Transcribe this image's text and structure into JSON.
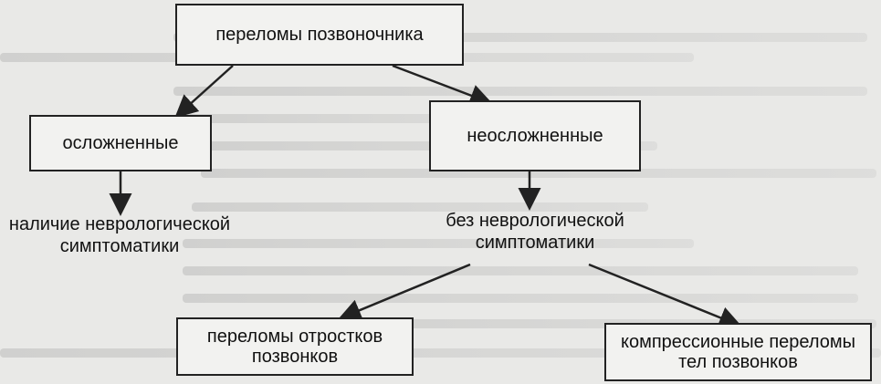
{
  "diagram": {
    "root": "переломы позвоночника",
    "complicated": "осложненные",
    "uncomplicated": "неосложненные",
    "neuro_present": [
      "наличие неврологической",
      "симптоматики"
    ],
    "neuro_absent": [
      "без неврологической",
      "симптоматики"
    ],
    "process_fractures": [
      "переломы отростков",
      "позвонков"
    ],
    "compression_fractures": [
      "компрессионные переломы",
      "тел позвонков"
    ]
  }
}
